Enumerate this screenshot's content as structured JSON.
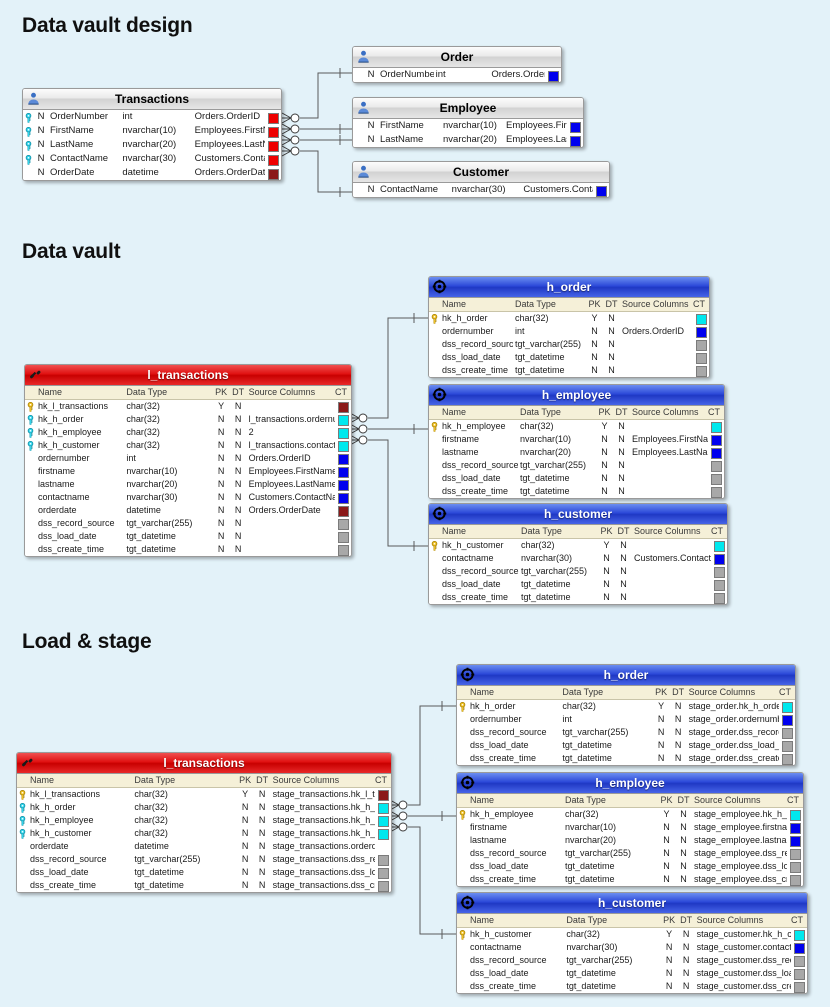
{
  "page": {
    "background": "#e3f2f9",
    "sections": [
      {
        "id": "design",
        "title": "Data vault design"
      },
      {
        "id": "vault",
        "title": "Data vault"
      },
      {
        "id": "load",
        "title": "Load & stage"
      }
    ]
  },
  "colors": {
    "swatch_darkred": "#8B1A1A",
    "swatch_red": "#EE0000",
    "swatch_cyan": "#00E8EE",
    "swatch_blue": "#0000EE",
    "swatch_grey": "#A8A8A8",
    "header_blue": "#2b48d8",
    "header_red": "#d00000",
    "colhdr_bg": "#f5f0d8"
  },
  "column_headers": {
    "name": "Name",
    "data_type": "Data Type",
    "pk": "PK",
    "dt": "DT",
    "source_columns": "Source Columns",
    "ct": "CT"
  },
  "design": {
    "transactions": {
      "title": "Transactions",
      "icon": "person-icon",
      "style": "grey",
      "rows": [
        {
          "key": true,
          "nn": "N",
          "name": "OrderNumber",
          "type": "int",
          "source": "Orders.OrderID",
          "ct": "#EE0000"
        },
        {
          "key": true,
          "nn": "N",
          "name": "FirstName",
          "type": "nvarchar(10)",
          "source": "Employees.FirstName",
          "ct": "#EE0000"
        },
        {
          "key": true,
          "nn": "N",
          "name": "LastName",
          "type": "nvarchar(20)",
          "source": "Employees.LastName",
          "ct": "#EE0000"
        },
        {
          "key": true,
          "nn": "N",
          "name": "ContactName",
          "type": "nvarchar(30)",
          "source": "Customers.ContactName",
          "ct": "#EE0000"
        },
        {
          "key": false,
          "nn": "N",
          "name": "OrderDate",
          "type": "datetime",
          "source": "Orders.OrderDate",
          "ct": "#8B1A1A"
        }
      ]
    },
    "order": {
      "title": "Order",
      "icon": "person-icon",
      "style": "grey",
      "rows": [
        {
          "key": false,
          "nn": "N",
          "name": "OrderNumber",
          "type": "int",
          "source": "Orders.OrderID",
          "ct": "#0000EE"
        }
      ]
    },
    "employee": {
      "title": "Employee",
      "icon": "person-icon",
      "style": "grey",
      "rows": [
        {
          "key": false,
          "nn": "N",
          "name": "FirstName",
          "type": "nvarchar(10)",
          "source": "Employees.FirstName",
          "ct": "#0000EE"
        },
        {
          "key": false,
          "nn": "N",
          "name": "LastName",
          "type": "nvarchar(20)",
          "source": "Employees.LastName",
          "ct": "#0000EE"
        }
      ]
    },
    "customer": {
      "title": "Customer",
      "icon": "person-icon",
      "style": "grey",
      "rows": [
        {
          "key": false,
          "nn": "N",
          "name": "ContactName",
          "type": "nvarchar(30)",
          "source": "Customers.ContactName",
          "ct": "#0000EE"
        }
      ]
    }
  },
  "vault": {
    "l_transactions": {
      "title": "l_transactions",
      "icon": "link-icon",
      "style": "red",
      "rows": [
        {
          "key": "gold",
          "name": "hk_l_transactions",
          "type": "char(32)",
          "pk": "Y",
          "dt": "N",
          "source": "",
          "ct": "#8B1A1A"
        },
        {
          "key": "cyan",
          "name": "hk_h_order",
          "type": "char(32)",
          "pk": "N",
          "dt": "N",
          "source": "l_transactions.ordernumber",
          "ct": "#00E8EE"
        },
        {
          "key": "cyan",
          "name": "hk_h_employee",
          "type": "char(32)",
          "pk": "N",
          "dt": "N",
          "source": "2",
          "ct": "#00E8EE"
        },
        {
          "key": "cyan",
          "name": "hk_h_customer",
          "type": "char(32)",
          "pk": "N",
          "dt": "N",
          "source": "l_transactions.contactname",
          "ct": "#00E8EE"
        },
        {
          "key": "",
          "name": "ordernumber",
          "type": "int",
          "pk": "N",
          "dt": "N",
          "source": "Orders.OrderID",
          "ct": "#0000EE"
        },
        {
          "key": "",
          "name": "firstname",
          "type": "nvarchar(10)",
          "pk": "N",
          "dt": "N",
          "source": "Employees.FirstName",
          "ct": "#0000EE"
        },
        {
          "key": "",
          "name": "lastname",
          "type": "nvarchar(20)",
          "pk": "N",
          "dt": "N",
          "source": "Employees.LastName",
          "ct": "#0000EE"
        },
        {
          "key": "",
          "name": "contactname",
          "type": "nvarchar(30)",
          "pk": "N",
          "dt": "N",
          "source": "Customers.ContactName",
          "ct": "#0000EE"
        },
        {
          "key": "",
          "name": "orderdate",
          "type": "datetime",
          "pk": "N",
          "dt": "N",
          "source": "Orders.OrderDate",
          "ct": "#8B1A1A"
        },
        {
          "key": "",
          "name": "dss_record_source",
          "type": "tgt_varchar(255)",
          "pk": "N",
          "dt": "N",
          "source": "",
          "ct": "#A8A8A8"
        },
        {
          "key": "",
          "name": "dss_load_date",
          "type": "tgt_datetime",
          "pk": "N",
          "dt": "N",
          "source": "",
          "ct": "#A8A8A8"
        },
        {
          "key": "",
          "name": "dss_create_time",
          "type": "tgt_datetime",
          "pk": "N",
          "dt": "N",
          "source": "",
          "ct": "#A8A8A8"
        }
      ]
    },
    "h_order": {
      "title": "h_order",
      "icon": "hub-icon",
      "style": "blue",
      "rows": [
        {
          "key": "gold",
          "name": "hk_h_order",
          "type": "char(32)",
          "pk": "Y",
          "dt": "N",
          "source": "",
          "ct": "#00E8EE"
        },
        {
          "key": "",
          "name": "ordernumber",
          "type": "int",
          "pk": "N",
          "dt": "N",
          "source": "Orders.OrderID",
          "ct": "#0000EE"
        },
        {
          "key": "",
          "name": "dss_record_source",
          "type": "tgt_varchar(255)",
          "pk": "N",
          "dt": "N",
          "source": "",
          "ct": "#A8A8A8"
        },
        {
          "key": "",
          "name": "dss_load_date",
          "type": "tgt_datetime",
          "pk": "N",
          "dt": "N",
          "source": "",
          "ct": "#A8A8A8"
        },
        {
          "key": "",
          "name": "dss_create_time",
          "type": "tgt_datetime",
          "pk": "N",
          "dt": "N",
          "source": "",
          "ct": "#A8A8A8"
        }
      ]
    },
    "h_employee": {
      "title": "h_employee",
      "icon": "hub-icon",
      "style": "blue",
      "rows": [
        {
          "key": "gold",
          "name": "hk_h_employee",
          "type": "char(32)",
          "pk": "Y",
          "dt": "N",
          "source": "",
          "ct": "#00E8EE"
        },
        {
          "key": "",
          "name": "firstname",
          "type": "nvarchar(10)",
          "pk": "N",
          "dt": "N",
          "source": "Employees.FirstName",
          "ct": "#0000EE"
        },
        {
          "key": "",
          "name": "lastname",
          "type": "nvarchar(20)",
          "pk": "N",
          "dt": "N",
          "source": "Employees.LastName",
          "ct": "#0000EE"
        },
        {
          "key": "",
          "name": "dss_record_source",
          "type": "tgt_varchar(255)",
          "pk": "N",
          "dt": "N",
          "source": "",
          "ct": "#A8A8A8"
        },
        {
          "key": "",
          "name": "dss_load_date",
          "type": "tgt_datetime",
          "pk": "N",
          "dt": "N",
          "source": "",
          "ct": "#A8A8A8"
        },
        {
          "key": "",
          "name": "dss_create_time",
          "type": "tgt_datetime",
          "pk": "N",
          "dt": "N",
          "source": "",
          "ct": "#A8A8A8"
        }
      ]
    },
    "h_customer": {
      "title": "h_customer",
      "icon": "hub-icon",
      "style": "blue",
      "rows": [
        {
          "key": "gold",
          "name": "hk_h_customer",
          "type": "char(32)",
          "pk": "Y",
          "dt": "N",
          "source": "",
          "ct": "#00E8EE"
        },
        {
          "key": "",
          "name": "contactname",
          "type": "nvarchar(30)",
          "pk": "N",
          "dt": "N",
          "source": "Customers.ContactName",
          "ct": "#0000EE"
        },
        {
          "key": "",
          "name": "dss_record_source",
          "type": "tgt_varchar(255)",
          "pk": "N",
          "dt": "N",
          "source": "",
          "ct": "#A8A8A8"
        },
        {
          "key": "",
          "name": "dss_load_date",
          "type": "tgt_datetime",
          "pk": "N",
          "dt": "N",
          "source": "",
          "ct": "#A8A8A8"
        },
        {
          "key": "",
          "name": "dss_create_time",
          "type": "tgt_datetime",
          "pk": "N",
          "dt": "N",
          "source": "",
          "ct": "#A8A8A8"
        }
      ]
    }
  },
  "load": {
    "l_transactions": {
      "title": "l_transactions",
      "icon": "link-icon",
      "style": "red",
      "rows": [
        {
          "key": "gold",
          "name": "hk_l_transactions",
          "type": "char(32)",
          "pk": "Y",
          "dt": "N",
          "source": "stage_transactions.hk_l_transactions",
          "ct": "#8B1A1A"
        },
        {
          "key": "cyan",
          "name": "hk_h_order",
          "type": "char(32)",
          "pk": "N",
          "dt": "N",
          "source": "stage_transactions.hk_h_order",
          "ct": "#00E8EE"
        },
        {
          "key": "cyan",
          "name": "hk_h_employee",
          "type": "char(32)",
          "pk": "N",
          "dt": "N",
          "source": "stage_transactions.hk_h_employee",
          "ct": "#00E8EE"
        },
        {
          "key": "cyan",
          "name": "hk_h_customer",
          "type": "char(32)",
          "pk": "N",
          "dt": "N",
          "source": "stage_transactions.hk_h_customer",
          "ct": "#00E8EE"
        },
        {
          "key": "",
          "name": "orderdate",
          "type": "datetime",
          "pk": "N",
          "dt": "N",
          "source": "stage_transactions.orderdate",
          "ct": ""
        },
        {
          "key": "",
          "name": "dss_record_source",
          "type": "tgt_varchar(255)",
          "pk": "N",
          "dt": "N",
          "source": "stage_transactions.dss_record_source",
          "ct": "#A8A8A8"
        },
        {
          "key": "",
          "name": "dss_load_date",
          "type": "tgt_datetime",
          "pk": "N",
          "dt": "N",
          "source": "stage_transactions.dss_load_date",
          "ct": "#A8A8A8"
        },
        {
          "key": "",
          "name": "dss_create_time",
          "type": "tgt_datetime",
          "pk": "N",
          "dt": "N",
          "source": "stage_transactions.dss_create_time",
          "ct": "#A8A8A8"
        }
      ]
    },
    "h_order": {
      "title": "h_order",
      "icon": "hub-icon",
      "style": "blue",
      "rows": [
        {
          "key": "gold",
          "name": "hk_h_order",
          "type": "char(32)",
          "pk": "Y",
          "dt": "N",
          "source": "stage_order.hk_h_order",
          "ct": "#00E8EE"
        },
        {
          "key": "",
          "name": "ordernumber",
          "type": "int",
          "pk": "N",
          "dt": "N",
          "source": "stage_order.ordernumber",
          "ct": "#0000EE"
        },
        {
          "key": "",
          "name": "dss_record_source",
          "type": "tgt_varchar(255)",
          "pk": "N",
          "dt": "N",
          "source": "stage_order.dss_record_source",
          "ct": "#A8A8A8"
        },
        {
          "key": "",
          "name": "dss_load_date",
          "type": "tgt_datetime",
          "pk": "N",
          "dt": "N",
          "source": "stage_order.dss_load_date",
          "ct": "#A8A8A8"
        },
        {
          "key": "",
          "name": "dss_create_time",
          "type": "tgt_datetime",
          "pk": "N",
          "dt": "N",
          "source": "stage_order.dss_create_time",
          "ct": "#A8A8A8"
        }
      ]
    },
    "h_employee": {
      "title": "h_employee",
      "icon": "hub-icon",
      "style": "blue",
      "rows": [
        {
          "key": "gold",
          "name": "hk_h_employee",
          "type": "char(32)",
          "pk": "Y",
          "dt": "N",
          "source": "stage_employee.hk_h_employee",
          "ct": "#00E8EE"
        },
        {
          "key": "",
          "name": "firstname",
          "type": "nvarchar(10)",
          "pk": "N",
          "dt": "N",
          "source": "stage_employee.firstname",
          "ct": "#0000EE"
        },
        {
          "key": "",
          "name": "lastname",
          "type": "nvarchar(20)",
          "pk": "N",
          "dt": "N",
          "source": "stage_employee.lastname",
          "ct": "#0000EE"
        },
        {
          "key": "",
          "name": "dss_record_source",
          "type": "tgt_varchar(255)",
          "pk": "N",
          "dt": "N",
          "source": "stage_employee.dss_record_source",
          "ct": "#A8A8A8"
        },
        {
          "key": "",
          "name": "dss_load_date",
          "type": "tgt_datetime",
          "pk": "N",
          "dt": "N",
          "source": "stage_employee.dss_load_date",
          "ct": "#A8A8A8"
        },
        {
          "key": "",
          "name": "dss_create_time",
          "type": "tgt_datetime",
          "pk": "N",
          "dt": "N",
          "source": "stage_employee.dss_create_time",
          "ct": "#A8A8A8"
        }
      ]
    },
    "h_customer": {
      "title": "h_customer",
      "icon": "hub-icon",
      "style": "blue",
      "rows": [
        {
          "key": "gold",
          "name": "hk_h_customer",
          "type": "char(32)",
          "pk": "Y",
          "dt": "N",
          "source": "stage_customer.hk_h_customer",
          "ct": "#00E8EE"
        },
        {
          "key": "",
          "name": "contactname",
          "type": "nvarchar(30)",
          "pk": "N",
          "dt": "N",
          "source": "stage_customer.contactname",
          "ct": "#0000EE"
        },
        {
          "key": "",
          "name": "dss_record_source",
          "type": "tgt_varchar(255)",
          "pk": "N",
          "dt": "N",
          "source": "stage_customer.dss_record_source",
          "ct": "#A8A8A8"
        },
        {
          "key": "",
          "name": "dss_load_date",
          "type": "tgt_datetime",
          "pk": "N",
          "dt": "N",
          "source": "stage_customer.dss_load_date",
          "ct": "#A8A8A8"
        },
        {
          "key": "",
          "name": "dss_create_time",
          "type": "tgt_datetime",
          "pk": "N",
          "dt": "N",
          "source": "stage_customer.dss_create_time",
          "ct": "#A8A8A8"
        }
      ]
    }
  }
}
